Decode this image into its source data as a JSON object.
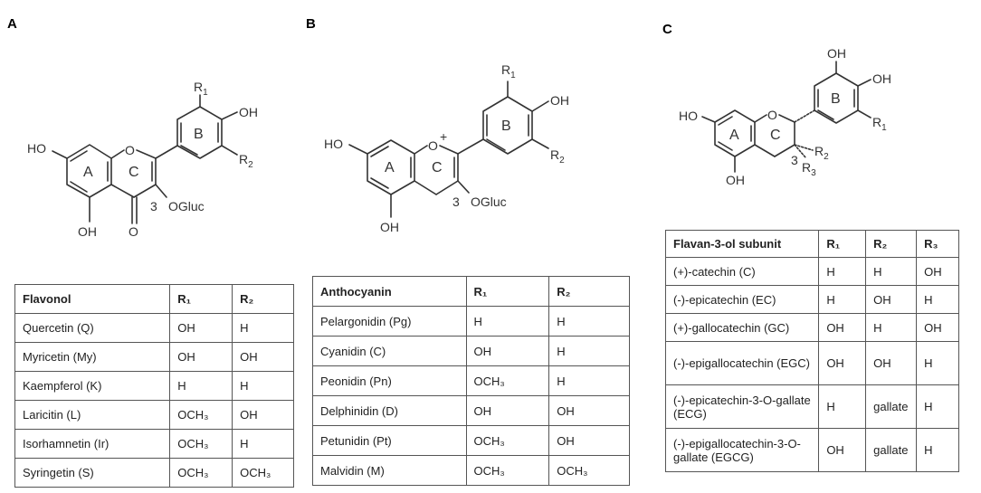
{
  "panels": [
    {
      "letter": "A",
      "structure": {
        "r1": "R",
        "r1_sub": "1",
        "r2": "R",
        "r2_sub": "2",
        "oh_b": "OH",
        "ho_a": "HO",
        "oh_bottom": "OH",
        "ring_a": "A",
        "ring_b": "B",
        "ring_c": "C",
        "o_ring": "O",
        "o_carbonyl": "O",
        "pos3": "3",
        "ogluc": "OGluc"
      },
      "table": {
        "headers": [
          "Flavonol",
          "R₁",
          "R₂"
        ],
        "rows": [
          [
            "Quercetin (Q)",
            "OH",
            "H"
          ],
          [
            "Myricetin (My)",
            "OH",
            "OH"
          ],
          [
            "Kaempferol (K)",
            "H",
            "H"
          ],
          [
            "Laricitin (L)",
            "OCH₃",
            "OH"
          ],
          [
            "Isorhamnetin (Ir)",
            "OCH₃",
            "H"
          ],
          [
            "Syringetin (S)",
            "OCH₃",
            "OCH₃"
          ]
        ]
      }
    },
    {
      "letter": "B",
      "structure": {
        "r1": "R",
        "r1_sub": "1",
        "r2": "R",
        "r2_sub": "2",
        "oh_b": "OH",
        "ho_a": "HO",
        "oh_bottom": "OH",
        "ring_a": "A",
        "ring_b": "B",
        "ring_c": "C",
        "o_ring": "O",
        "charge": "+",
        "pos3": "3",
        "ogluc": "OGluc"
      },
      "table": {
        "headers": [
          "Anthocyanin",
          "R₁",
          "R₂"
        ],
        "rows": [
          [
            "Pelargonidin (Pg)",
            "H",
            "H"
          ],
          [
            "Cyanidin (C)",
            "OH",
            "H"
          ],
          [
            "Peonidin (Pn)",
            "OCH₃",
            "H"
          ],
          [
            "Delphinidin (D)",
            "OH",
            "OH"
          ],
          [
            "Petunidin (Pt)",
            "OCH₃",
            "OH"
          ],
          [
            "Malvidin (M)",
            "OCH₃",
            "OCH₃"
          ]
        ]
      }
    },
    {
      "letter": "C",
      "structure": {
        "oh_top": "OH",
        "oh_right": "OH",
        "r1": "R",
        "r1_sub": "1",
        "r2": "R",
        "r2_sub": "2",
        "r3": "R",
        "r3_sub": "3",
        "ho_a": "HO",
        "oh_bottom": "OH",
        "ring_a": "A",
        "ring_b": "B",
        "ring_c": "C",
        "o_ring": "O",
        "pos3": "3"
      },
      "table": {
        "headers": [
          "Flavan-3-ol subunit",
          "R₁",
          "R₂",
          "R₃"
        ],
        "rows": [
          [
            "(+)-catechin (C)",
            "H",
            "H",
            "OH"
          ],
          [
            "(-)-epicatechin (EC)",
            "H",
            "OH",
            "H"
          ],
          [
            "(+)-gallocatechin (GC)",
            "OH",
            "H",
            "OH"
          ],
          [
            "(-)-epigallocatechin (EGC)",
            "OH",
            "OH",
            "H"
          ],
          [
            "(-)-epicatechin-3-O-gallate (ECG)",
            "H",
            "gallate",
            "H"
          ],
          [
            "(-)-epigallocatechin-3-O-gallate (EGCG)",
            "OH",
            "gallate",
            "H"
          ]
        ]
      }
    }
  ]
}
